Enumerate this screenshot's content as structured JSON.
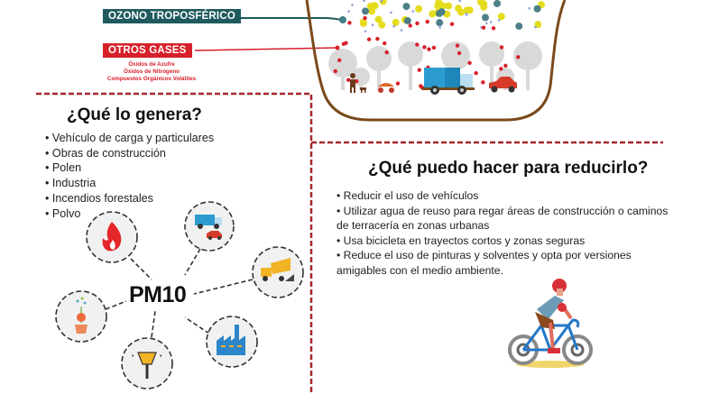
{
  "pollutants": {
    "ozone_label": "OZONO TROPOSFÉRICO",
    "other_gases_label": "OTROS GASES",
    "other_gases_items": [
      "Óxidos de Azufre",
      "Óxidos de Nitrógeno",
      "Compuestos Orgánicos Volátiles"
    ]
  },
  "causes": {
    "title": "¿Qué lo genera?",
    "items": [
      "• Vehículo de carga y particulares",
      "• Obras de construcción",
      "• Polen",
      "• Industria",
      "• Incendios forestales",
      "• Polvo"
    ],
    "center_label": "PM10",
    "icons": [
      "fire-icon",
      "vehicles-icon",
      "dump-truck-icon",
      "factory-icon",
      "broom-icon",
      "flower-pollen-icon"
    ]
  },
  "reduce": {
    "title": "¿Qué puedo hacer para reducirlo?",
    "items": [
      "• Reducir el uso de vehículos",
      "• Utilizar agua de reuso para regar áreas de construcción o caminos de terracería en zonas urbanas",
      "• Usa bicicleta en trayectos cortos y zonas seguras",
      "• Reduce el uso de pinturas y solventes y opta por versiones amigables con el medio ambiente."
    ]
  },
  "colors": {
    "red": "#d7202a",
    "teal": "#1f5a5e",
    "brown": "#7a4a1c",
    "dash": "#a8262c"
  }
}
